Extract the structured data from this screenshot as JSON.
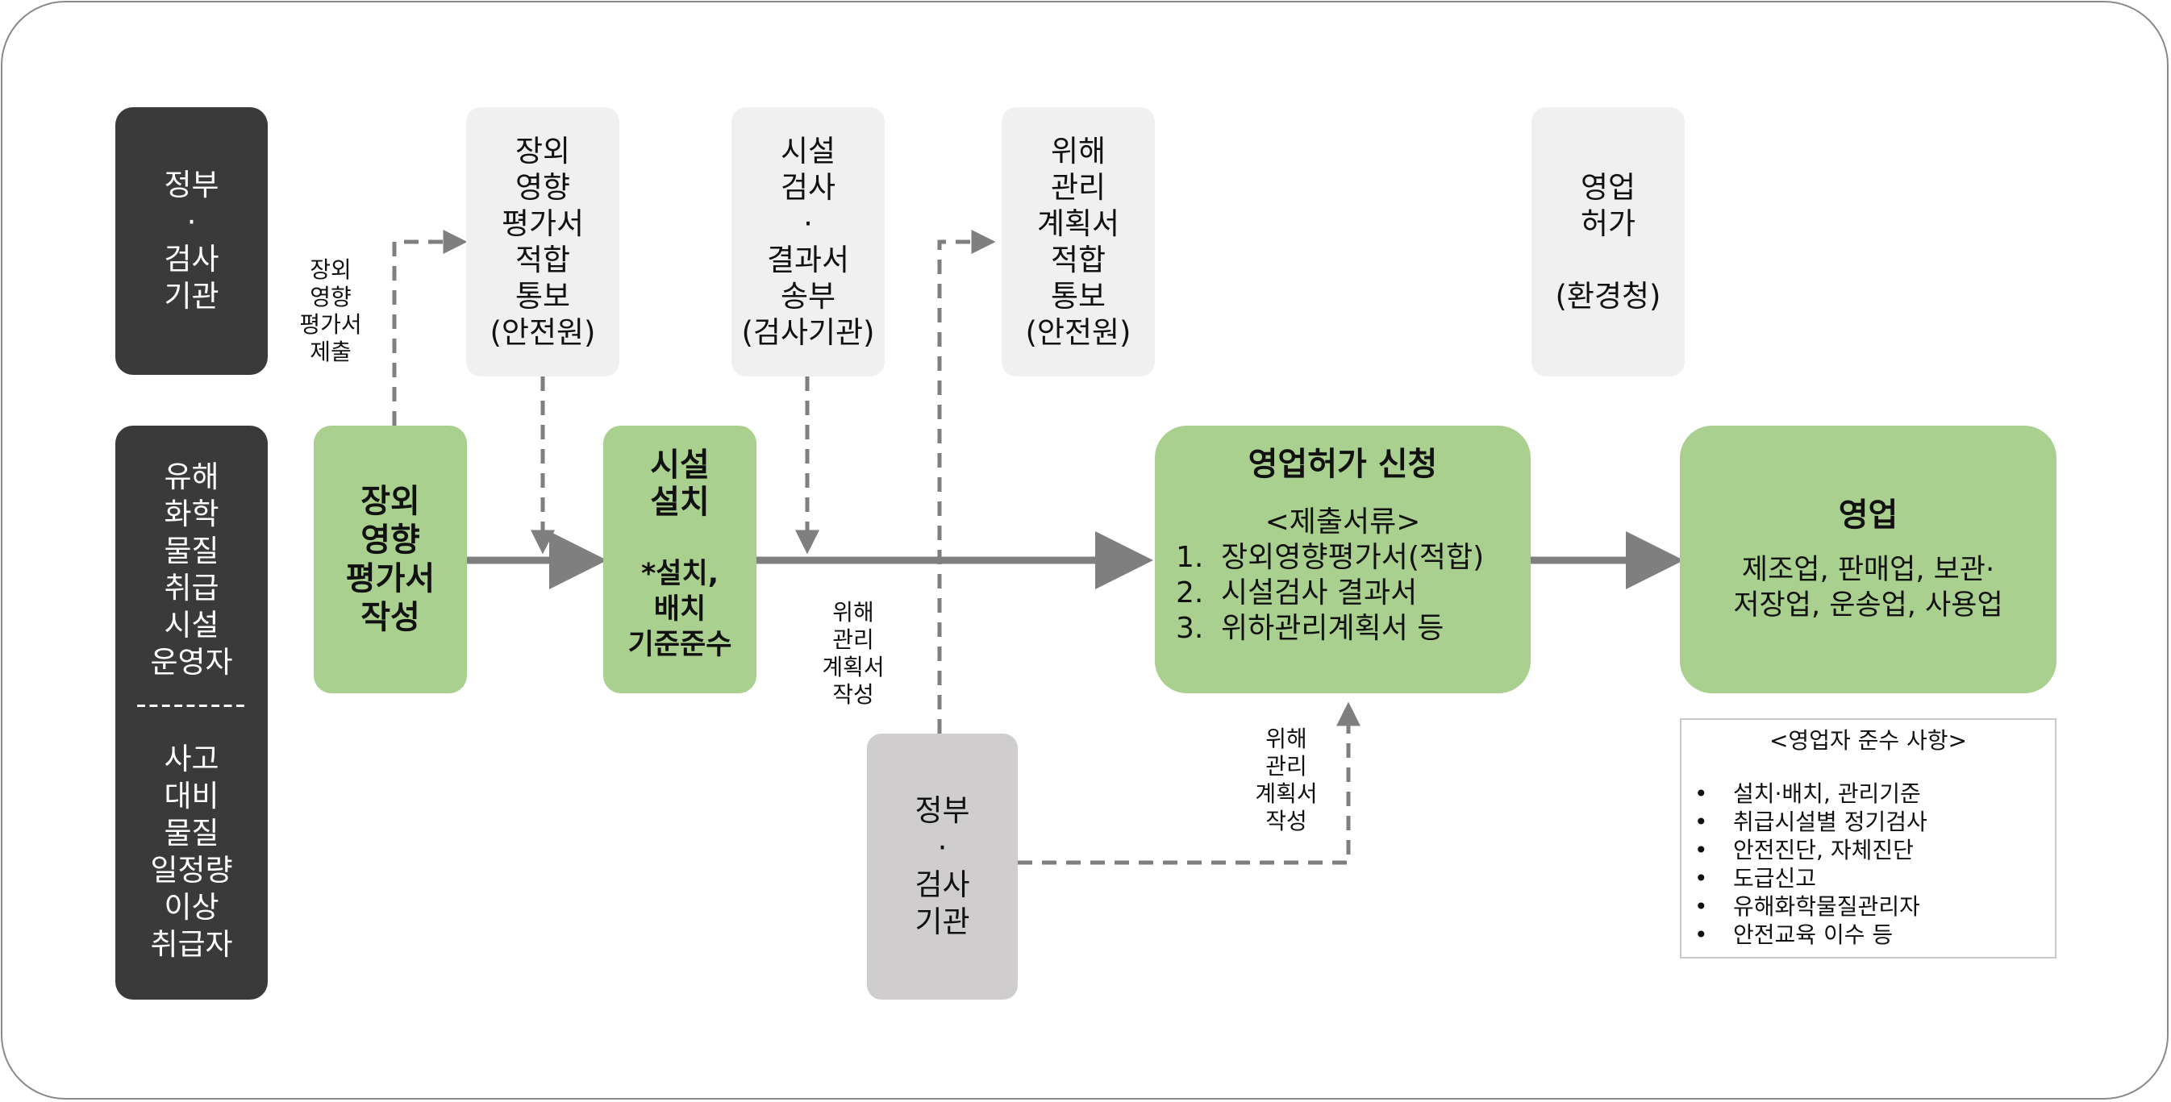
{
  "actors": {
    "gov_top": [
      "정부",
      "·",
      "검사",
      "기관"
    ],
    "operator": [
      "유해",
      "화학",
      "물질",
      "취급",
      "시설",
      "운영자"
    ],
    "separator": "---------",
    "accident": [
      "사고",
      "대비",
      "물질",
      "일정량",
      "이상",
      "취급자"
    ]
  },
  "gov_steps": {
    "assessment_notice": [
      "장외",
      "영향",
      "평가서",
      "적합",
      "통보",
      "(안전원)"
    ],
    "inspection_result": [
      "시설",
      "검사",
      "·",
      "결과서",
      "송부",
      "(검사기관)"
    ],
    "plan_notice": [
      "위해",
      "관리",
      "계획서",
      "적합",
      "통보",
      "(안전원)"
    ],
    "business_license": [
      "영업",
      "허가",
      "",
      "(환경청)"
    ]
  },
  "process": {
    "assessment": [
      "장외",
      "영향",
      "평가서",
      "작성"
    ],
    "facility_title": [
      "시설",
      "설치"
    ],
    "facility_note": [
      "*설치,",
      "배치",
      "기준준수"
    ],
    "application_title": "영업허가 신청",
    "application_docs_label": "<제출서류>",
    "application_docs": [
      {
        "num": "1.",
        "text": "장외영향평가서(적합)"
      },
      {
        "num": "2.",
        "text": "시설검사 결과서"
      },
      {
        "num": "3.",
        "text": "위하관리계획서 등"
      }
    ],
    "business_title": "영업",
    "business_types": [
      "제조업, 판매업, 보관·",
      "저장업, 운송업, 사용업"
    ]
  },
  "gov_bottom": [
    "정부",
    "·",
    "검사",
    "기관"
  ],
  "notes": {
    "submit_assessment": [
      "장외",
      "영향",
      "평가서",
      "제출"
    ],
    "write_plan_1": [
      "위해",
      "관리",
      "계획서",
      "작성"
    ],
    "write_plan_2": [
      "위해",
      "관리",
      "계획서",
      "작성"
    ]
  },
  "compliance": {
    "title": "<영업자 준수 사항>",
    "items": [
      "설치·배치, 관리기준",
      "취급시설별 정기검사",
      "안전진단, 자체진단",
      "도급신고",
      "유해화학물질관리자",
      "안전교육 이수 등"
    ]
  },
  "colors": {
    "dark": "#3a3a3a",
    "light": "#f0f0f0",
    "green": "#a9d08e",
    "grey": "#cfcdcd",
    "arrow": "#7f7f7f"
  }
}
